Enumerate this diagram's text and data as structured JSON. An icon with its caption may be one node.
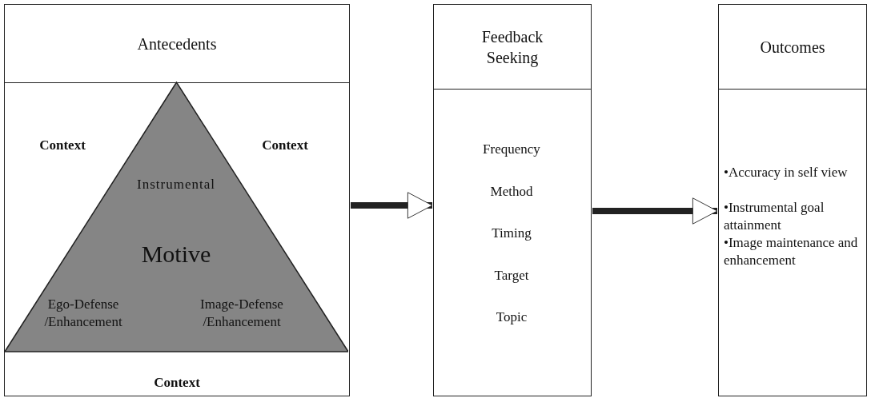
{
  "diagram": {
    "nodes": [
      {
        "text": [
          "Antecedents",
          "Context",
          "Context",
          "Context"
        ]
      },
      {
        "text": [
          "Instrumental",
          "Motive",
          "Ego-Defense /Enhancement",
          "Image-Defense /Enhancement"
        ],
        "in": 0
      },
      {
        "text": [
          "Feedback Seeking",
          "Frequency",
          "Method",
          "Timing",
          "Target",
          "Topic"
        ]
      },
      {
        "text": [
          "Outcomes",
          "•Accuracy in self view",
          "•Instrumental goal attainment",
          "•Image maintenance and enhancement"
        ]
      }
    ],
    "edges": [
      {
        "from": 0,
        "to": 2,
        "arrow": "to"
      },
      {
        "from": 2,
        "to": 3,
        "arrow": "to"
      }
    ]
  }
}
